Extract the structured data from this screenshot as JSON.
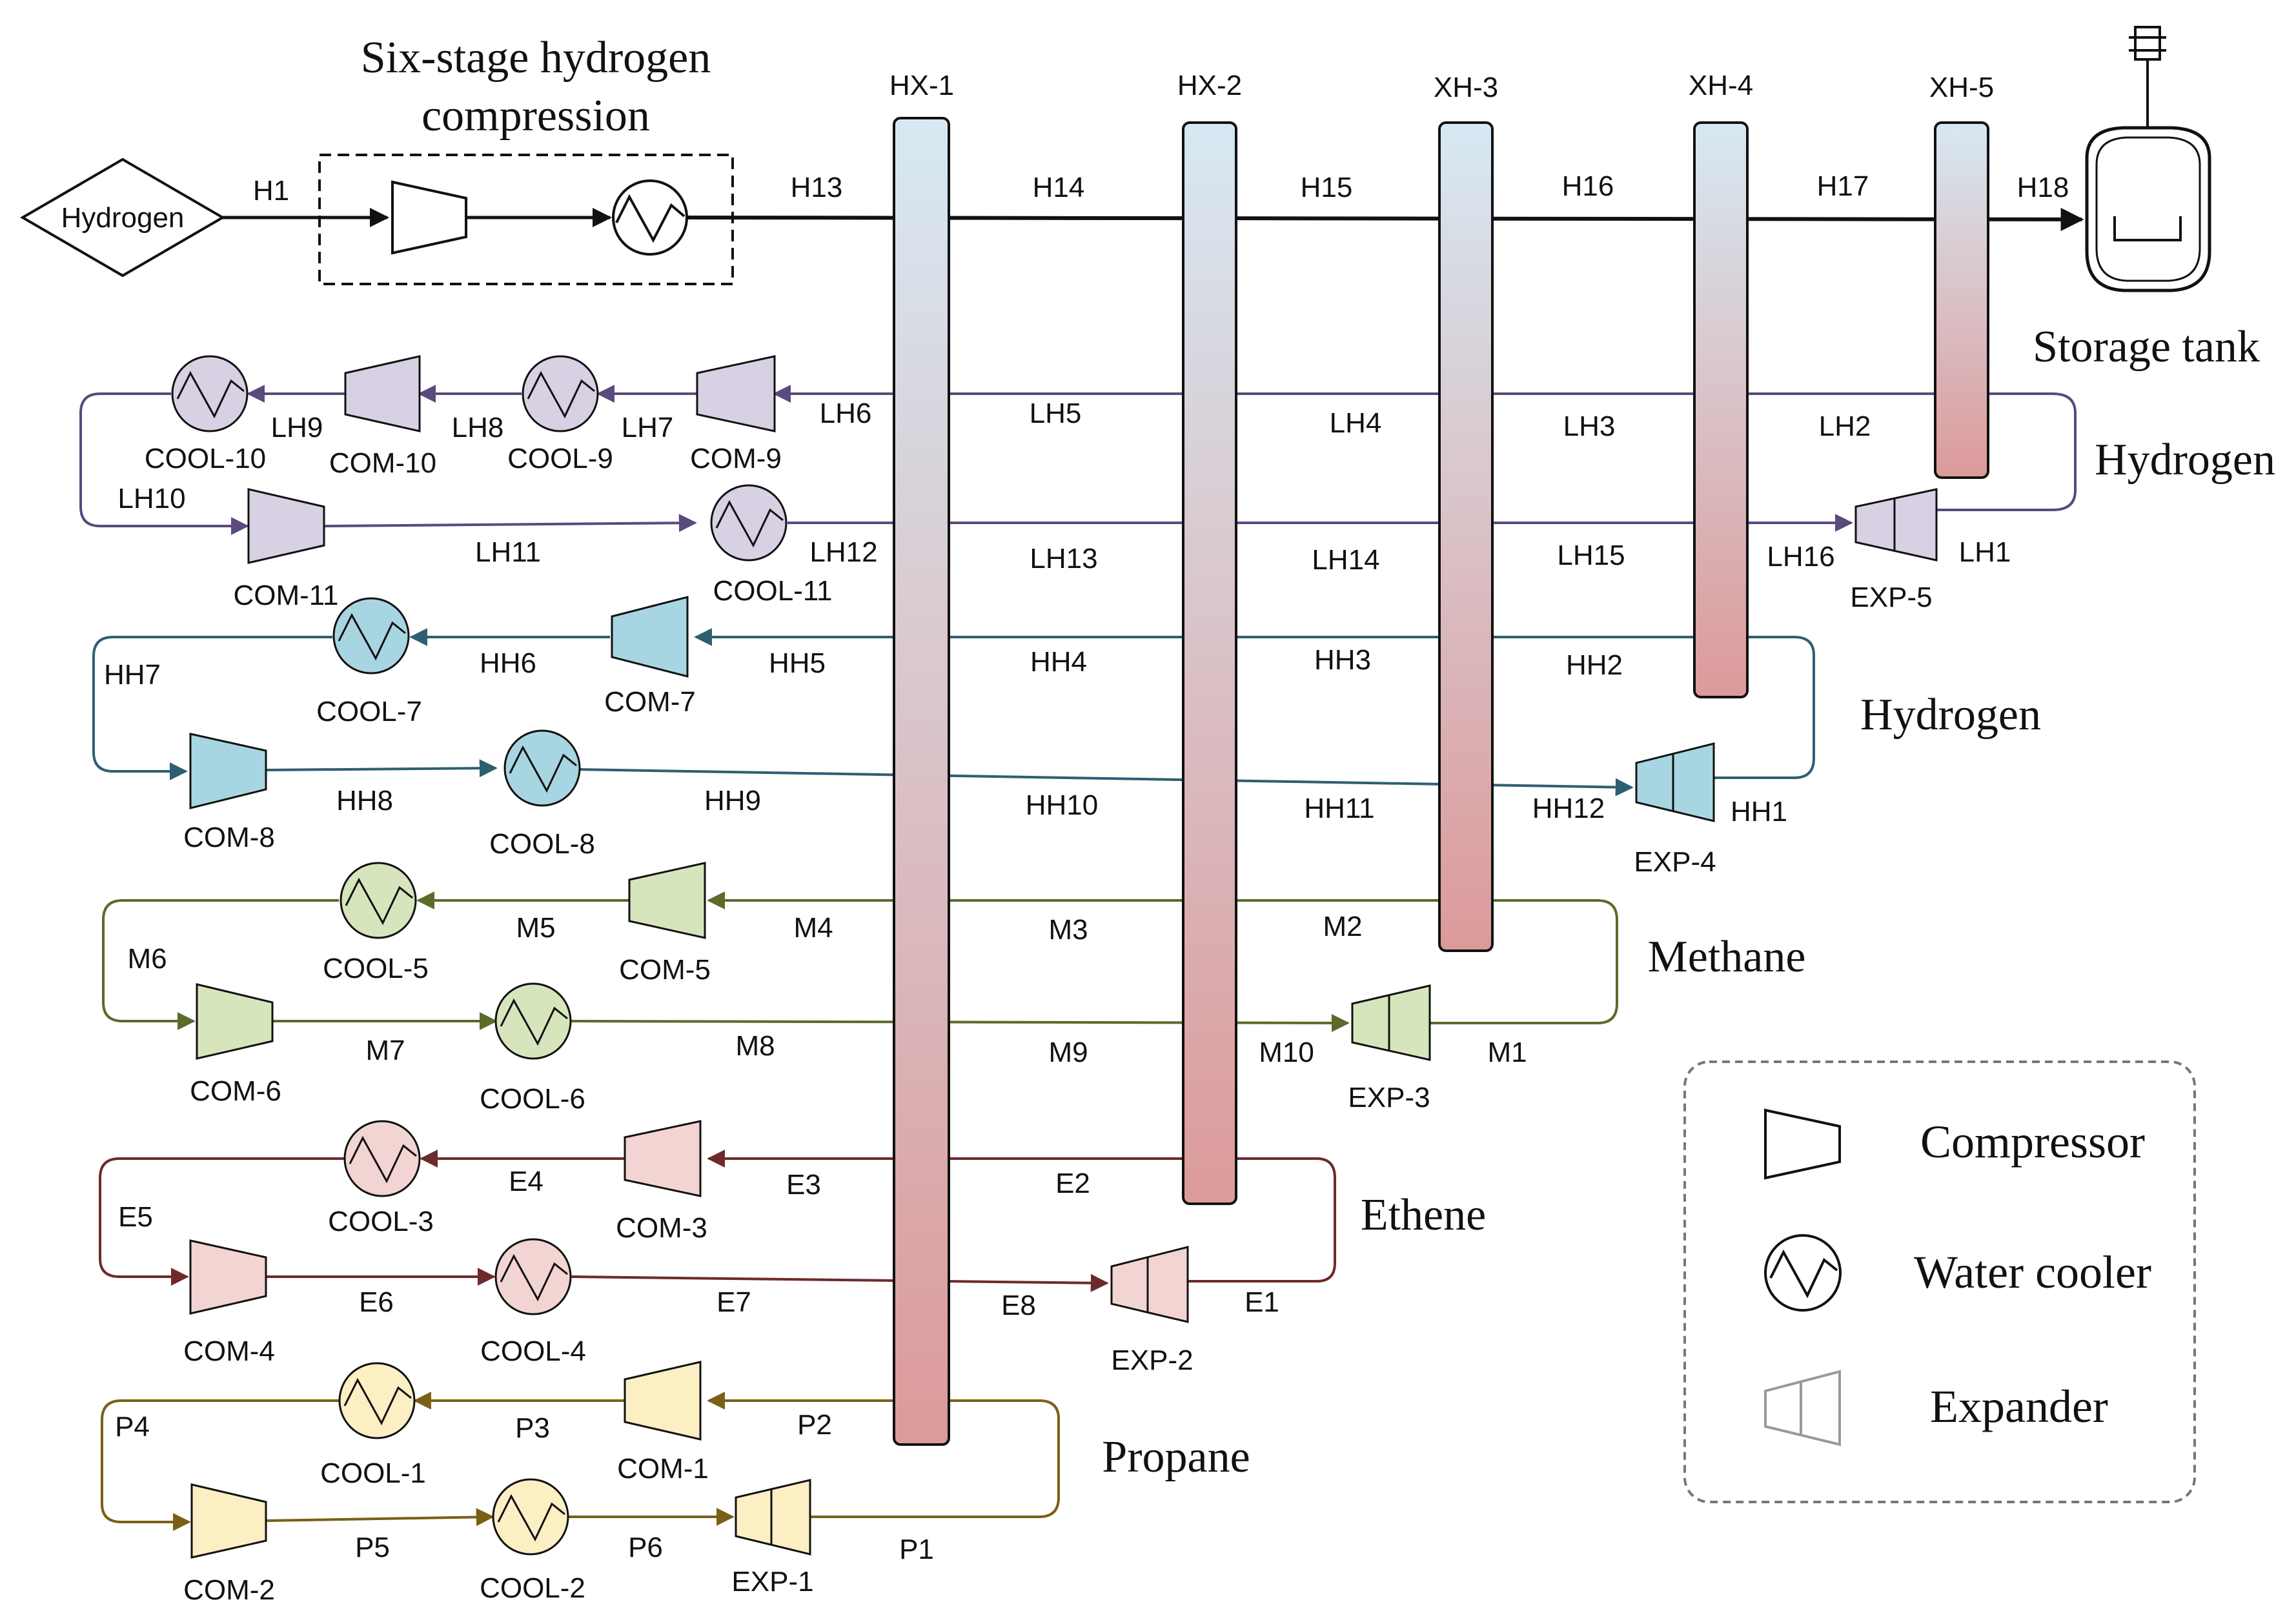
{
  "title": "Six-stage hydrogen compression",
  "title_line1": "Six-stage hydrogen",
  "title_line2": "compression",
  "feed": "Hydrogen",
  "storage": "Storage tank",
  "colors": {
    "hydrogen_lh": "#5a4a7e",
    "hydrogen_hh": "#2e5f70",
    "methane": "#5a6b2a",
    "ethene": "#6e2a2a",
    "propane": "#7a6015",
    "fill_lh": "#d8d0e3",
    "fill_hh": "#a8d5e2",
    "fill_methane": "#d7e5bd",
    "fill_ethene": "#f2d4d2",
    "fill_propane": "#fcefc4",
    "hx_top": "#d7e8f2",
    "hx_bottom": "#dc9a9a"
  },
  "hx_labels": [
    "HX-1",
    "HX-2",
    "XH-3",
    "XH-4",
    "XH-5"
  ],
  "main_streams": [
    "H1",
    "H13",
    "H14",
    "H15",
    "H16",
    "H17",
    "H18"
  ],
  "loops": {
    "lh": {
      "name": "Hydrogen",
      "streams": [
        "LH1",
        "LH2",
        "LH3",
        "LH4",
        "LH5",
        "LH6",
        "LH7",
        "LH8",
        "LH9",
        "LH10",
        "LH11",
        "LH12",
        "LH13",
        "LH14",
        "LH15",
        "LH16"
      ],
      "units": [
        "COOL-10",
        "COM-10",
        "COOL-9",
        "COM-9",
        "COM-11",
        "COOL-11",
        "EXP-5"
      ]
    },
    "hh": {
      "name": "Hydrogen",
      "streams": [
        "HH1",
        "HH2",
        "HH3",
        "HH4",
        "HH5",
        "HH6",
        "HH7",
        "HH8",
        "HH9",
        "HH10",
        "HH11",
        "HH12"
      ],
      "units": [
        "COOL-7",
        "COM-7",
        "COM-8",
        "COOL-8",
        "EXP-4"
      ]
    },
    "methane": {
      "name": "Methane",
      "streams": [
        "M1",
        "M2",
        "M3",
        "M4",
        "M5",
        "M6",
        "M7",
        "M8",
        "M9",
        "M10"
      ],
      "units": [
        "COOL-5",
        "COM-5",
        "COM-6",
        "COOL-6",
        "EXP-3"
      ]
    },
    "ethene": {
      "name": "Ethene",
      "streams": [
        "E1",
        "E2",
        "E3",
        "E4",
        "E5",
        "E6",
        "E7",
        "E8"
      ],
      "units": [
        "COOL-3",
        "COM-3",
        "COM-4",
        "COOL-4",
        "EXP-2"
      ]
    },
    "propane": {
      "name": "Propane",
      "streams": [
        "P1",
        "P2",
        "P3",
        "P4",
        "P5",
        "P6"
      ],
      "units": [
        "COOL-1",
        "COM-1",
        "COM-2",
        "COOL-2",
        "EXP-1"
      ]
    }
  },
  "legend": [
    "Compressor",
    "Water cooler",
    "Expander"
  ]
}
